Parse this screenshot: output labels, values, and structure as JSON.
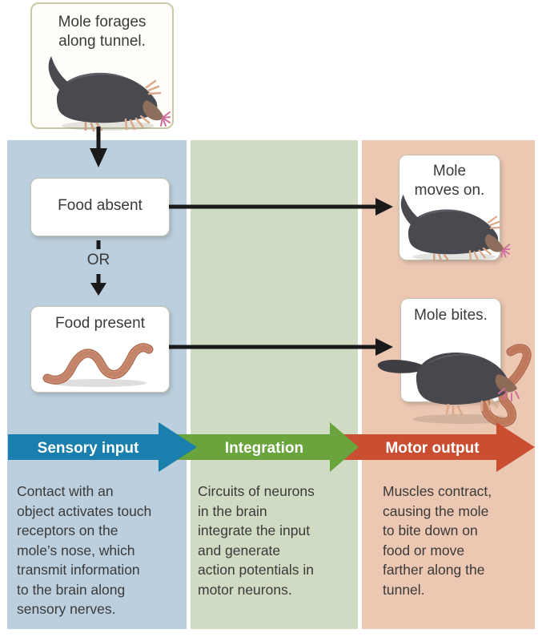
{
  "top_box": {
    "label": "Mole forages\nalong tunnel."
  },
  "flow": {
    "food_absent_label": "Food absent",
    "or_label": "OR",
    "food_present_label": "Food present",
    "mole_moves_on_label": "Mole\nmoves on.",
    "mole_bites_label": "Mole bites."
  },
  "banners": [
    {
      "id": "sensory-input",
      "label": "Sensory input",
      "color": "#1a7fad"
    },
    {
      "id": "integration",
      "label": "Integration",
      "color": "#6aa43c"
    },
    {
      "id": "motor-output",
      "label": "Motor output",
      "color": "#c94e32"
    }
  ],
  "descriptions": {
    "sensory": "Contact with an\nobject activates touch\nreceptors on the\nmole’s nose, which\ntransmit information\nto the brain along\nsensory nerves.",
    "integration": "Circuits of neurons\nin the brain\nintegrate the input\nand generate\naction potentials in\nmotor neurons.",
    "motor": "Muscles contract,\ncausing the mole\nto bite down on\nfood or move\nfarther along the\ntunnel."
  },
  "colors": {
    "sensory_column_bg": "#bccfde",
    "integration_column_bg": "#cfdbc2",
    "motor_column_bg": "#ecc7b2",
    "sensory_banner": "#1a7fad",
    "integration_banner": "#6aa43c",
    "motor_banner": "#c94e32",
    "arrow_black": "#1a1a1a",
    "text": "#3a3a3a",
    "top_box_border": "#c9c9a3"
  },
  "illustrations": {
    "top": "mole",
    "food_present": "earthworm",
    "mole_moves_on": "mole",
    "mole_bites": "mole-biting-earthworm"
  }
}
